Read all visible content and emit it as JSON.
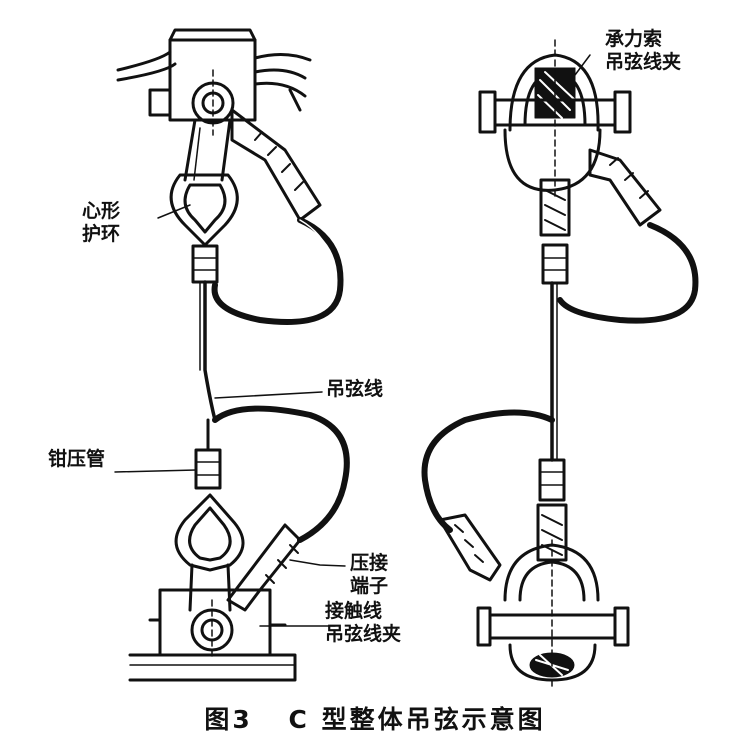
{
  "labels": {
    "heart_thimble": [
      "心形",
      "护环"
    ],
    "dropper_wire": "吊弦线",
    "crimp_sleeve": "钳压管",
    "crimp_terminal": [
      "压接",
      "端子"
    ],
    "contact_wire_clamp": [
      "接触线",
      "吊弦线夹"
    ],
    "messenger_clamp": [
      "承力索",
      "吊弦线夹"
    ]
  },
  "caption": {
    "figure_no": "图3",
    "title": "C 型整体吊弦示意图"
  }
}
